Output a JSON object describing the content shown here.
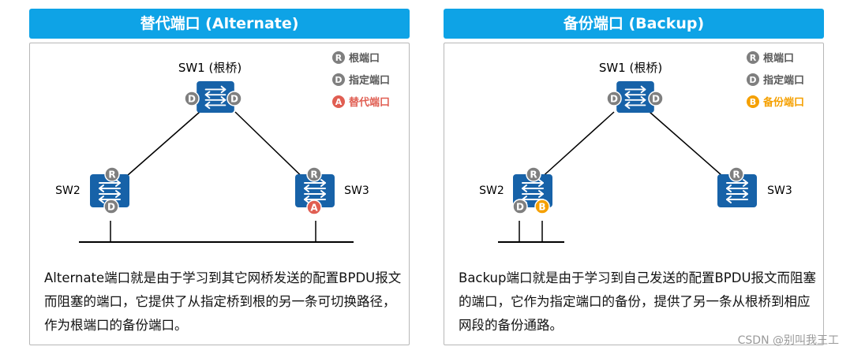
{
  "panels": {
    "alternate": {
      "title": "替代端口 (Alternate)",
      "root_switch_label": "SW1 (根桥)",
      "sw2_label": "SW2",
      "sw3_label": "SW3",
      "legend": [
        {
          "letter": "R",
          "label": "根端口",
          "color": "#7f7f7f",
          "text_color": "#595959"
        },
        {
          "letter": "D",
          "label": "指定端口",
          "color": "#7f7f7f",
          "text_color": "#595959"
        },
        {
          "letter": "A",
          "label": "替代端口",
          "color": "#e05e52",
          "text_color": "#e05e52"
        }
      ],
      "port_letters": {
        "root": "R",
        "designated": "D",
        "alternate": "A"
      },
      "description": "Alternate端口就是由于学习到其它网桥发送的配置BPDU报文而阻塞的端口，它提供了从指定桥到根的另一条可切换路径，作为根端口的备份端口。"
    },
    "backup": {
      "title": "备份端口 (Backup)",
      "root_switch_label": "SW1 (根桥)",
      "sw2_label": "SW2",
      "sw3_label": "SW3",
      "legend": [
        {
          "letter": "R",
          "label": "根端口",
          "color": "#7f7f7f",
          "text_color": "#595959"
        },
        {
          "letter": "D",
          "label": "指定端口",
          "color": "#7f7f7f",
          "text_color": "#595959"
        },
        {
          "letter": "B",
          "label": "备份端口",
          "color": "#f5a000",
          "text_color": "#f5a000"
        }
      ],
      "port_letters": {
        "root": "R",
        "designated": "D",
        "backup": "B"
      },
      "description": "Backup端口就是由于学习到自己发送的配置BPDU报文而阻塞的端口，它作为指定端口的备份，提供了另一条从根桥到相应网段的备份通路。"
    }
  },
  "watermark": "CSDN @别叫我王工",
  "colors": {
    "header_bg": "#0ea3e6",
    "switch_blue": "#1762a8",
    "port_gray": "#7f7f7f",
    "alternate_red": "#e05e52",
    "backup_orange": "#f5a000"
  }
}
